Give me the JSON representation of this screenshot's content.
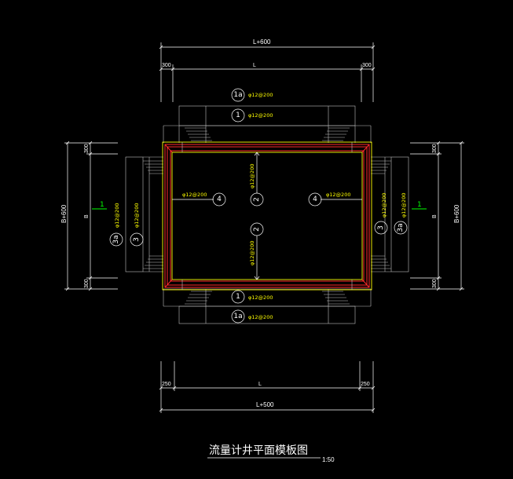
{
  "dims": {
    "top_total": "L+600",
    "top_left": "300",
    "top_mid": "L",
    "top_right": "300",
    "bottom_left": "250",
    "bottom_mid": "L",
    "bottom_right": "250",
    "bottom_total": "L+500",
    "left_total": "B+600",
    "left_top": "300",
    "left_mid": "B",
    "left_bottom": "300",
    "right_total": "B+600",
    "right_top": "300",
    "right_mid": "B",
    "right_bottom": "300"
  },
  "rebar": {
    "phi12_200": "φ12@200"
  },
  "bubbles": {
    "b1a": "1a",
    "b1": "1",
    "b2": "2",
    "b3": "3",
    "b3a": "3a",
    "b4": "4"
  },
  "section_marks": {
    "left": "1",
    "right": "1"
  },
  "title": {
    "text": "流量计井平面模板图",
    "scale": "1:50"
  },
  "colors": {
    "background": "#000000",
    "line": "#ffffff",
    "rebar_red": "#ff2a2a",
    "rebar_label": "#ffff00",
    "outline_yellow": "#ffff00",
    "section_mark": "#00ff00"
  }
}
